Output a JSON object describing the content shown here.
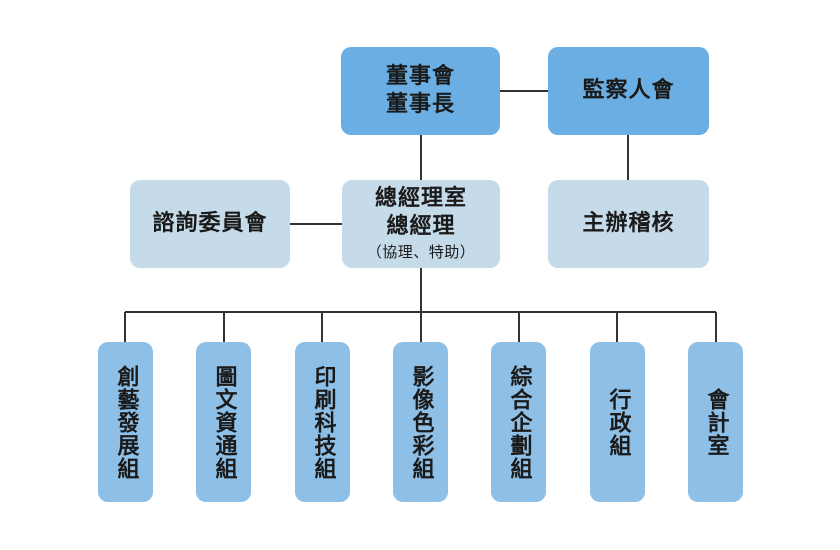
{
  "board": {
    "line1": "董事會",
    "line2": "董事長"
  },
  "supervisors": {
    "label": "監察人會"
  },
  "auditor": {
    "label": "主辦稽核"
  },
  "advisory": {
    "label": "諮詢委員會"
  },
  "gm": {
    "line1": "總經理室",
    "line2": "總經理",
    "line3": "（協理、特助）"
  },
  "departments": [
    {
      "label": "創藝發展組"
    },
    {
      "label": "圖文資通組"
    },
    {
      "label": "印刷科技組"
    },
    {
      "label": "影像色彩組"
    },
    {
      "label": "綜合企劃組"
    },
    {
      "label": "行政組"
    },
    {
      "label": "會計室"
    }
  ],
  "colors": {
    "primary": "#6aaee3",
    "light": "#c6dbea",
    "department": "#8ec0e7",
    "line": "#333333"
  }
}
